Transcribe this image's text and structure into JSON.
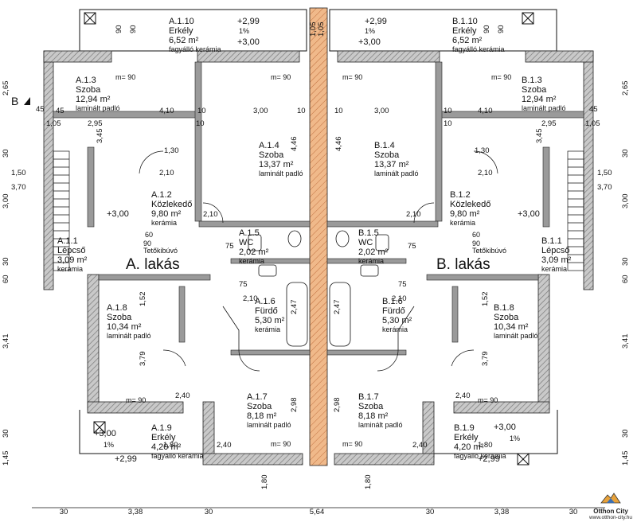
{
  "apartments": {
    "a": "A. lakás",
    "b": "B. lakás"
  },
  "section_marker": "B",
  "rooms": [
    {
      "id": "A.1.10",
      "name": "Erkély",
      "area": "6,52 m²",
      "floor": "fagyálló kerámia"
    },
    {
      "id": "B.1.10",
      "name": "Erkély",
      "area": "6,52 m²",
      "floor": "fagyálló kerámia"
    },
    {
      "id": "A.1.3",
      "name": "Szoba",
      "area": "12,94 m²",
      "floor": "laminált padló"
    },
    {
      "id": "B.1.3",
      "name": "Szoba",
      "area": "12,94 m²",
      "floor": "laminált padló"
    },
    {
      "id": "A.1.4",
      "name": "Szoba",
      "area": "13,37 m²",
      "floor": "laminált padló"
    },
    {
      "id": "B.1.4",
      "name": "Szoba",
      "area": "13,37 m²",
      "floor": "laminált padló"
    },
    {
      "id": "A.1.2",
      "name": "Közlekedő",
      "area": "9,80 m²",
      "floor": "kerámia"
    },
    {
      "id": "B.1.2",
      "name": "Közlekedő",
      "area": "9,80 m²",
      "floor": "kerámia"
    },
    {
      "id": "A.1.1",
      "name": "Lépcső",
      "area": "3,09 m²",
      "floor": "kerámia"
    },
    {
      "id": "B.1.1",
      "name": "Lépcső",
      "area": "3,09 m²",
      "floor": "kerámia"
    },
    {
      "id": "A.1.5",
      "name": "WC",
      "area": "2,02 m²",
      "floor": "kerámia"
    },
    {
      "id": "B.1.5",
      "name": "WC",
      "area": "2,02 m²",
      "floor": "kerámia"
    },
    {
      "id": "A.1.6",
      "name": "Fürdő",
      "area": "5,30 m²",
      "floor": "kerámia"
    },
    {
      "id": "B.1.6",
      "name": "Fürdő",
      "area": "5,30 m²",
      "floor": "kerámia"
    },
    {
      "id": "A.1.8",
      "name": "Szoba",
      "area": "10,34 m²",
      "floor": "laminált padló"
    },
    {
      "id": "B.1.8",
      "name": "Szoba",
      "area": "10,34 m²",
      "floor": "laminált padló"
    },
    {
      "id": "A.1.7",
      "name": "Szoba",
      "area": "8,18 m²",
      "floor": "laminált padló"
    },
    {
      "id": "B.1.7",
      "name": "Szoba",
      "area": "8,18 m²",
      "floor": "laminált padló"
    },
    {
      "id": "A.1.9",
      "name": "Erkély",
      "area": "4,20 m²",
      "floor": "fagyálló kerámia"
    },
    {
      "id": "B.1.9",
      "name": "Erkély",
      "area": "4,20 m²",
      "floor": "fagyálló kerámia"
    }
  ],
  "levels": [
    "+2,99",
    "+3,00",
    "+2,99",
    "+3,00",
    "+3,00",
    "+3,00",
    "+3,00",
    "+2,99",
    "+3,00",
    "+2,99"
  ],
  "slopes": [
    "1%",
    "1%",
    "1%",
    "1%"
  ],
  "heights": [
    "m= 90",
    "m= 90",
    "m= 90",
    "m= 90",
    "m= 90",
    "m= 90",
    "m= 90",
    "m= 90"
  ],
  "notes": [
    "Tetőkibúvó",
    "Tetőkibúvó",
    "60",
    "90",
    "60",
    "90"
  ],
  "dims": {
    "left": [
      "2,65",
      "30",
      "1,50",
      "3,70",
      "3,00",
      "30",
      "60",
      "3,41",
      "30",
      "1,45"
    ],
    "right": [
      "2,65",
      "30",
      "1,50",
      "3,70",
      "3,00",
      "30",
      "60",
      "3,41",
      "30",
      "1,45"
    ],
    "bottom": [
      "30",
      "3,38",
      "30",
      "5,64",
      "30",
      "3,38",
      "30"
    ],
    "interior": [
      "45",
      "45",
      "4,10",
      "3,00",
      "10",
      "10",
      "3,00",
      "10",
      "4,10",
      "10",
      "45",
      "1,05",
      "2,95",
      "10",
      "10",
      "2,95",
      "1,05",
      "3,45",
      "4,46",
      "4,46",
      "3,45",
      "1,30",
      "1,30",
      "2,10",
      "2,10",
      "2,10",
      "2,10",
      "2,10",
      "2,10",
      "1,52",
      "1,52",
      "3,79",
      "3,79",
      "2,47",
      "2,47",
      "2,98",
      "2,98",
      "75",
      "75",
      "75",
      "75",
      "1,80",
      "1,80",
      "2,40",
      "2,40",
      "2,40",
      "2,40",
      "1,80",
      "1,80",
      "1,05",
      "1,05",
      "90",
      "90",
      "90",
      "90"
    ]
  },
  "logo": {
    "name": "Otthon City",
    "url": "www.otthon-city.hu"
  },
  "colors": {
    "wall_fill": "#bdbdbd",
    "wall_hatch": "#7a7a7a",
    "party_wall": "#f0b98a",
    "lines": "#111111"
  }
}
